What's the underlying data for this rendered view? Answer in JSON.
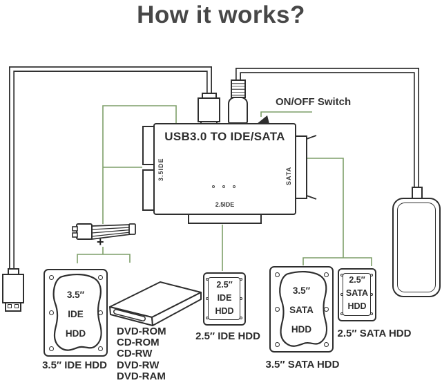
{
  "title": "How it works?",
  "adapter": {
    "label": "USB3.0 TO IDE/SATA",
    "left_port_label": "3.5IDE",
    "right_port_label": "SATA",
    "bottom_port_label": "2.5IDE",
    "switch_label": "ON/OFF Switch"
  },
  "power_chain": {
    "plus_sign": "+"
  },
  "devices": {
    "ide35": {
      "size": "3.5″",
      "bus": "IDE",
      "type": "HDD",
      "caption": "3.5″  IDE HDD"
    },
    "dvd": {
      "items": [
        "DVD-ROM",
        "CD-ROM",
        "CD-RW",
        "DVD-RW",
        "DVD-RAM"
      ]
    },
    "ide25": {
      "size": "2.5″",
      "bus": "IDE",
      "type": "HDD",
      "caption": "2.5″  IDE HDD"
    },
    "sata35": {
      "size": "3.5″",
      "bus": "SATA",
      "type": "HDD",
      "caption": "3.5″  SATA HDD"
    },
    "sata25": {
      "size": "2.5″",
      "bus": "SATA",
      "type": "HDD",
      "caption": "2.5″  SATA HDD"
    }
  },
  "colors": {
    "ink": "#2e2e2e",
    "green": "#7d9e68",
    "title": "#474747"
  }
}
